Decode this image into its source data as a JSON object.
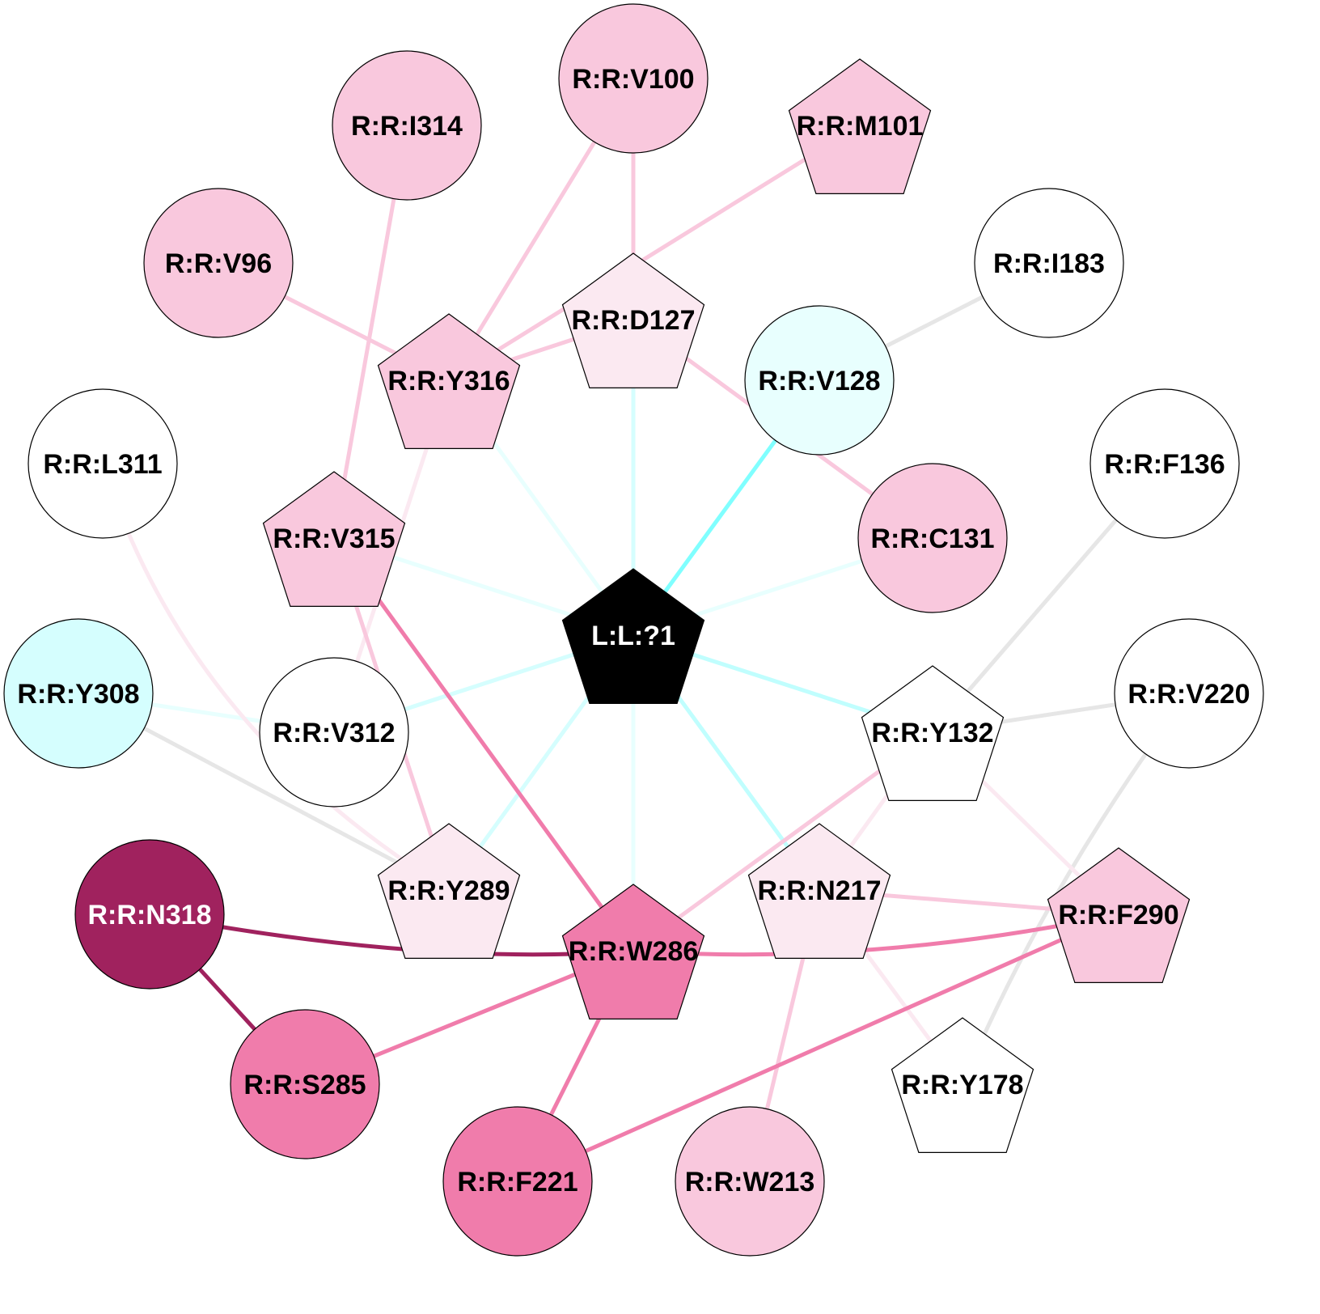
{
  "title": "Residue interaction network",
  "nodes": [
    {
      "id": "V100",
      "label": "R:R:V100",
      "shape": "circle",
      "fill": "#f9c8dd",
      "text": "#000000"
    },
    {
      "id": "I314",
      "label": "R:R:I314",
      "shape": "circle",
      "fill": "#f9c8dd",
      "text": "#000000"
    },
    {
      "id": "M101",
      "label": "R:R:M101",
      "shape": "pentagon",
      "fill": "#f9c8dd",
      "text": "#000000"
    },
    {
      "id": "V96",
      "label": "R:R:V96",
      "shape": "circle",
      "fill": "#f9c8dd",
      "text": "#000000"
    },
    {
      "id": "I183",
      "label": "R:R:I183",
      "shape": "circle",
      "fill": "#ffffff",
      "text": "#000000"
    },
    {
      "id": "D127",
      "label": "R:R:D127",
      "shape": "pentagon",
      "fill": "#fbe9f1",
      "text": "#000000"
    },
    {
      "id": "Y316",
      "label": "R:R:Y316",
      "shape": "pentagon",
      "fill": "#f9c8dd",
      "text": "#000000"
    },
    {
      "id": "V128",
      "label": "R:R:V128",
      "shape": "circle",
      "fill": "#e8fffe",
      "text": "#000000"
    },
    {
      "id": "L311",
      "label": "R:R:L311",
      "shape": "circle",
      "fill": "#ffffff",
      "text": "#000000"
    },
    {
      "id": "F136",
      "label": "R:R:F136",
      "shape": "circle",
      "fill": "#ffffff",
      "text": "#000000"
    },
    {
      "id": "V315",
      "label": "R:R:V315",
      "shape": "pentagon",
      "fill": "#f9c8dd",
      "text": "#000000"
    },
    {
      "id": "C131",
      "label": "R:R:C131",
      "shape": "circle",
      "fill": "#f9c8dd",
      "text": "#000000"
    },
    {
      "id": "L1",
      "label": "L:L:?1",
      "shape": "pentagon",
      "fill": "#000000",
      "text": "#ffffff"
    },
    {
      "id": "Y308",
      "label": "R:R:Y308",
      "shape": "circle",
      "fill": "#d5fefe",
      "text": "#000000"
    },
    {
      "id": "V220",
      "label": "R:R:V220",
      "shape": "circle",
      "fill": "#ffffff",
      "text": "#000000"
    },
    {
      "id": "V312",
      "label": "R:R:V312",
      "shape": "circle",
      "fill": "#ffffff",
      "text": "#000000"
    },
    {
      "id": "Y132",
      "label": "R:R:Y132",
      "shape": "pentagon",
      "fill": "#ffffff",
      "text": "#000000"
    },
    {
      "id": "Y289",
      "label": "R:R:Y289",
      "shape": "pentagon",
      "fill": "#fbe9f1",
      "text": "#000000"
    },
    {
      "id": "N217",
      "label": "R:R:N217",
      "shape": "pentagon",
      "fill": "#fbe9f1",
      "text": "#000000"
    },
    {
      "id": "N318",
      "label": "R:R:N318",
      "shape": "circle",
      "fill": "#a0225e",
      "text": "#ffffff"
    },
    {
      "id": "W286",
      "label": "R:R:W286",
      "shape": "pentagon",
      "fill": "#f07cab",
      "text": "#000000"
    },
    {
      "id": "F290",
      "label": "R:R:F290",
      "shape": "pentagon",
      "fill": "#f9c8dd",
      "text": "#000000"
    },
    {
      "id": "S285",
      "label": "R:R:S285",
      "shape": "circle",
      "fill": "#f07cab",
      "text": "#000000"
    },
    {
      "id": "Y178",
      "label": "R:R:Y178",
      "shape": "pentagon",
      "fill": "#ffffff",
      "text": "#000000"
    },
    {
      "id": "F221",
      "label": "R:R:F221",
      "shape": "circle",
      "fill": "#f07cab",
      "text": "#000000"
    },
    {
      "id": "W213",
      "label": "R:R:W213",
      "shape": "circle",
      "fill": "#f9c8dd",
      "text": "#000000"
    }
  ],
  "edges": [
    {
      "s": "L1",
      "t": "D127",
      "color": "#d5fefe"
    },
    {
      "s": "L1",
      "t": "V128",
      "color": "#80ffff"
    },
    {
      "s": "L1",
      "t": "Y316",
      "color": "#e8fffe"
    },
    {
      "s": "L1",
      "t": "V315",
      "color": "#e8fffe"
    },
    {
      "s": "L1",
      "t": "C131",
      "color": "#e8fffe"
    },
    {
      "s": "L1",
      "t": "V312",
      "color": "#d5fefe"
    },
    {
      "s": "L1",
      "t": "Y132",
      "color": "#c0fefe"
    },
    {
      "s": "L1",
      "t": "Y289",
      "color": "#d5fefe"
    },
    {
      "s": "L1",
      "t": "W286",
      "color": "#e8fffe"
    },
    {
      "s": "L1",
      "t": "N217",
      "color": "#c0fefe"
    },
    {
      "s": "V312",
      "t": "Y308",
      "color": "#e8fffe"
    },
    {
      "s": "V100",
      "t": "D127",
      "color": "#f9c8dd"
    },
    {
      "s": "V100",
      "t": "Y316",
      "color": "#f9c8dd"
    },
    {
      "s": "M101",
      "t": "Y316",
      "color": "#f9c8dd"
    },
    {
      "s": "V96",
      "t": "Y316",
      "color": "#f9c8dd"
    },
    {
      "s": "D127",
      "t": "Y316",
      "color": "#f9c8dd"
    },
    {
      "s": "D127",
      "t": "C131",
      "color": "#f9c8dd"
    },
    {
      "s": "I314",
      "t": "V315",
      "color": "#f9c8dd"
    },
    {
      "s": "I183",
      "t": "V128",
      "color": "#e6e6e6"
    },
    {
      "s": "Y316",
      "t": "V312",
      "color": "#fbe9f1"
    },
    {
      "s": "V315",
      "t": "W286",
      "color": "#f07cab"
    },
    {
      "s": "V315",
      "t": "Y289",
      "color": "#f9c8dd"
    },
    {
      "s": "L311",
      "t": "Y289",
      "color": "#fbe9f1",
      "curve": true
    },
    {
      "s": "Y308",
      "t": "Y289",
      "color": "#e6e6e6"
    },
    {
      "s": "F136",
      "t": "Y132",
      "color": "#e6e6e6"
    },
    {
      "s": "V220",
      "t": "Y132",
      "color": "#e6e6e6"
    },
    {
      "s": "V220",
      "t": "Y178",
      "color": "#e6e6e6",
      "curve": true
    },
    {
      "s": "Y132",
      "t": "W286",
      "color": "#f9c8dd"
    },
    {
      "s": "Y132",
      "t": "N217",
      "color": "#fbe9f1"
    },
    {
      "s": "Y132",
      "t": "F290",
      "color": "#fbe9f1"
    },
    {
      "s": "N217",
      "t": "F290",
      "color": "#f9c8dd"
    },
    {
      "s": "N217",
      "t": "W213",
      "color": "#f9c8dd"
    },
    {
      "s": "N217",
      "t": "Y178",
      "color": "#fbe9f1"
    },
    {
      "s": "N318",
      "t": "W286",
      "color": "#a0225e",
      "curve": true
    },
    {
      "s": "N318",
      "t": "S285",
      "color": "#a0225e"
    },
    {
      "s": "W286",
      "t": "F290",
      "color": "#f07cab",
      "curve": true
    },
    {
      "s": "W286",
      "t": "S285",
      "color": "#f07cab"
    },
    {
      "s": "W286",
      "t": "F221",
      "color": "#f07cab"
    },
    {
      "s": "F221",
      "t": "F290",
      "color": "#f07cab"
    }
  ]
}
